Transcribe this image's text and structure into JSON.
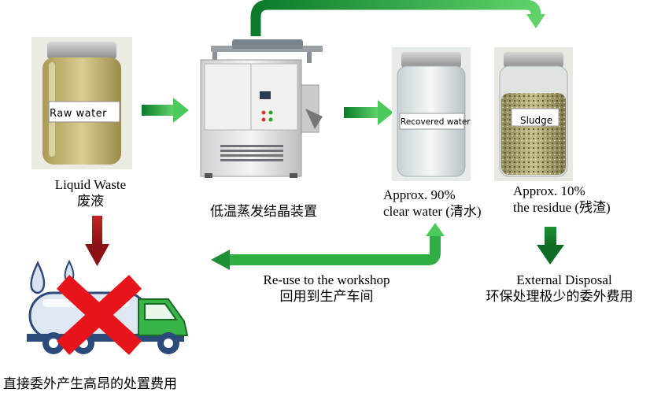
{
  "raw_jar": {
    "label": "Raw water",
    "caption_en": "Liquid Waste",
    "caption_zh": "废液"
  },
  "evaporator": {
    "caption": "低温蒸发结晶装置"
  },
  "recovered_jar": {
    "label": "Recovered water",
    "caption_line1": "Approx. 90%",
    "caption_line2": "clear water (清水)"
  },
  "sludge_jar": {
    "label": "Sludge",
    "caption_line1": "Approx. 10%",
    "caption_line2": "the residue (残渣)"
  },
  "reuse": {
    "line1": "Re-use to the workshop",
    "line2": "回用到生产车间"
  },
  "disposal": {
    "line1": "External Disposal",
    "line2": "环保处理极少的委外费用"
  },
  "truck": {
    "caption": "直接委外产生高昂的处置费用"
  },
  "colors": {
    "arrow_green": "#22a33c",
    "arrow_red": "#b0191b",
    "cross_red": "#e8141c",
    "truck_green": "#38b449"
  }
}
